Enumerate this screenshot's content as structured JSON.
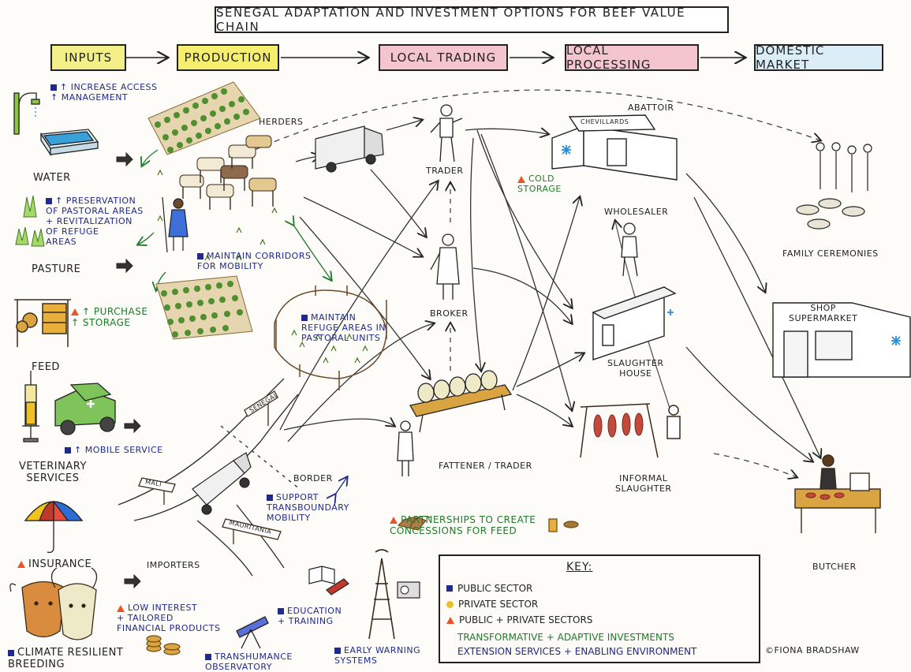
{
  "title": "Senegal Adaptation and Investment Options for Beef Value Chain",
  "stages": [
    {
      "label": "Inputs",
      "color": "#f3f08a"
    },
    {
      "label": "Production",
      "color": "#f5ee6e"
    },
    {
      "label": "Local Trading",
      "color": "#f4c4cf"
    },
    {
      "label": "Local Processing",
      "color": "#f4c4cf"
    },
    {
      "label": "Domestic Market",
      "color": "#dbeef8"
    }
  ],
  "inputs": {
    "water": {
      "label": "Water",
      "note": "↑ Increase access\n↑ Management"
    },
    "pasture": {
      "label": "Pasture",
      "note": "↑ Preservation\nof pastoral areas\n+ Revitalization\nof refuge\nareas"
    },
    "feed": {
      "label": "Feed",
      "note": "↑ Purchase\n↑ Storage"
    },
    "veterinary": {
      "label": "Veterinary\nServices",
      "note": "↑ Mobile service"
    },
    "insurance": {
      "label": "Insurance"
    },
    "breeding": {
      "label": "Climate Resilient\nBreeding"
    }
  },
  "production": {
    "herders": "Herders",
    "corridors": "Maintain corridors\nfor mobility",
    "refuge": "Maintain\nrefuge areas in\npastoral units"
  },
  "trade": {
    "trader": "Trader",
    "broker": "Broker",
    "fattener": "Fattener / Trader",
    "border": "Border",
    "transboundary": "Support\ntransboundary\nmobility",
    "importers": "Importers",
    "partnerships": "Partnerships to create\nconcessions for feed",
    "signs": [
      "Senegal",
      "Mali",
      "Mauritania"
    ]
  },
  "processing": {
    "abattoir": "Abattoir",
    "sign": "Chevillards",
    "cold_storage": "Cold\nstorage",
    "wholesaler": "Wholesaler",
    "slaughter_house": "Slaughter\nhouse",
    "informal": "Informal\nslaughter"
  },
  "market": {
    "family": "Family ceremonies",
    "shop": "Shop\nSupermarket",
    "butcher": "Butcher"
  },
  "support": {
    "finance": "Low interest\n+ tailored\nfinancial products",
    "observatory": "Transhumance\nobservatory",
    "education": "Education\n+ training",
    "warning": "Early warning\nsystems"
  },
  "key": {
    "title": "Key:",
    "public": "Public sector",
    "private": "Private sector",
    "both": "Public + private sectors",
    "transformative": "Transformative + adaptive investments",
    "extension": "Extension services + enabling environment"
  },
  "credit": "©Fiona Bradshaw",
  "colors": {
    "blue": "#1f2a8a",
    "green": "#1f7a2a",
    "orange": "#e8552a",
    "yellow": "#e8c22a"
  }
}
